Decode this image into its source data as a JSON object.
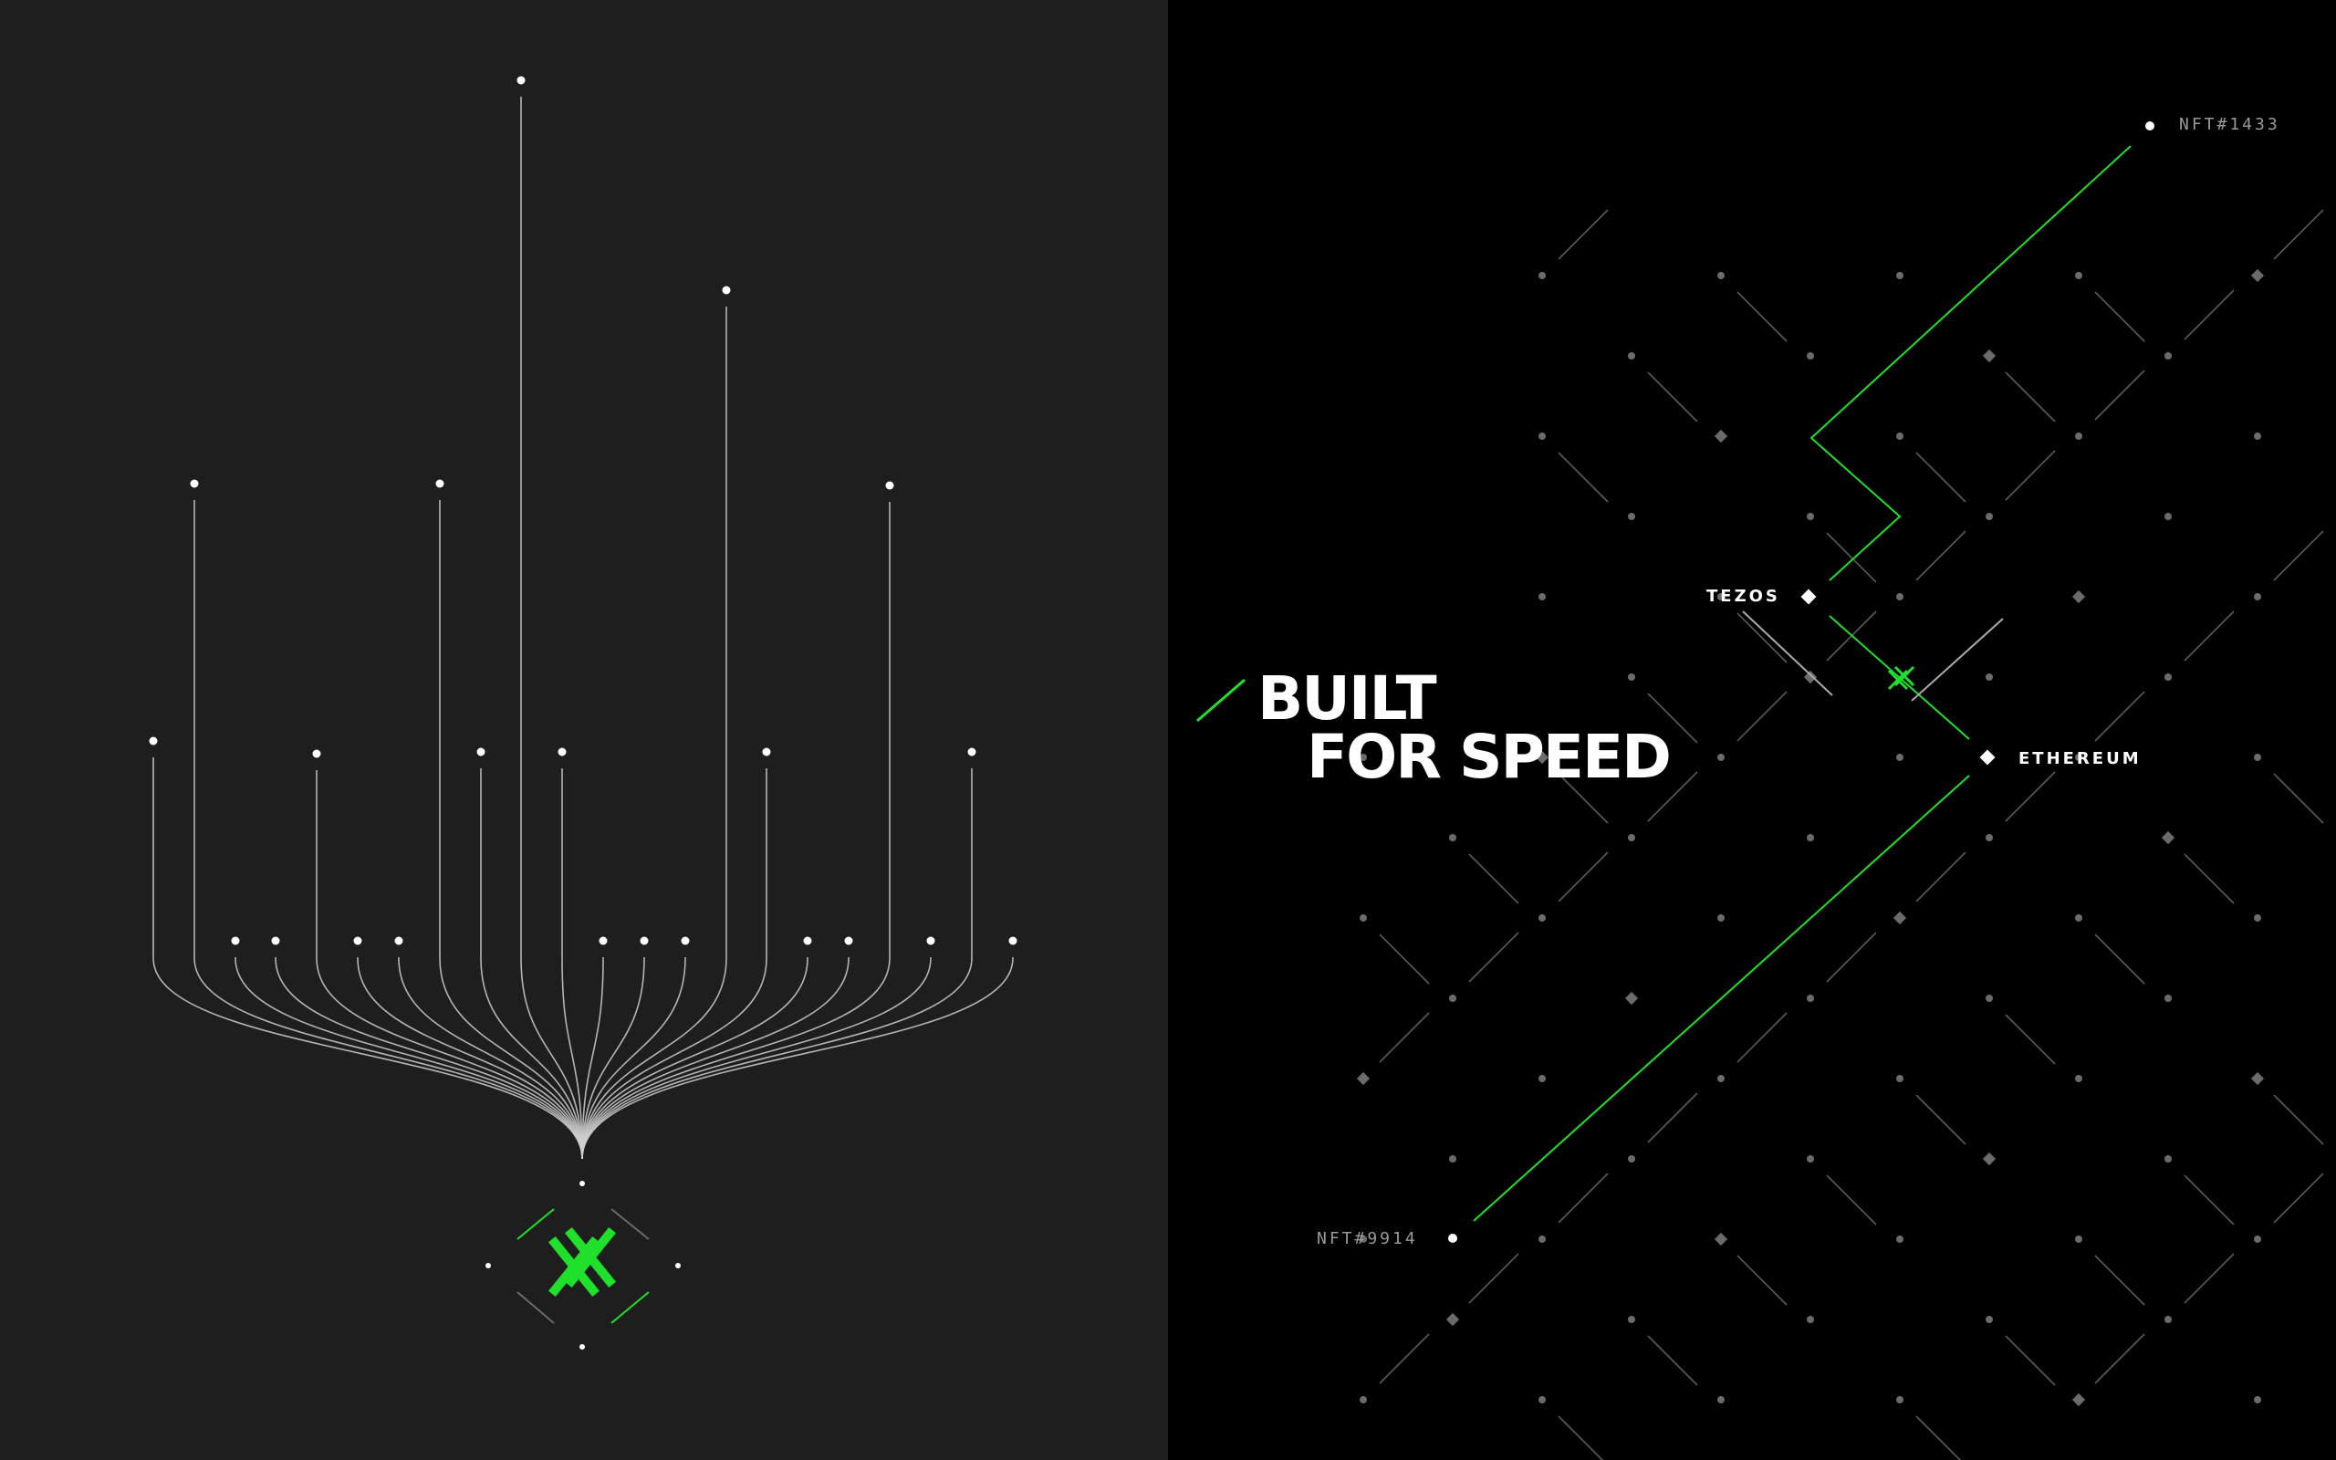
{
  "headline": {
    "line1": "BUILT",
    "line2": "FOR SPEED"
  },
  "labels": {
    "nft_top": "NFT#1433",
    "nft_bottom": "NFT#9914",
    "tezos": "TEZOS",
    "ethereum": "ETHEREUM"
  },
  "colors": {
    "accent": "#1fe02a",
    "left_background": "#1e1e1e",
    "right_background": "#000000",
    "text": "#ffffff",
    "muted": "#9a9a9a"
  },
  "icons": [
    "hashtag-logo-icon"
  ]
}
